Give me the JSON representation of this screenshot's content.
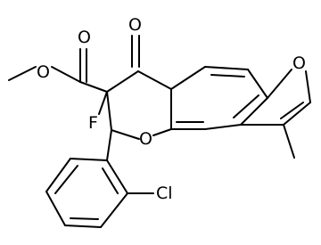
{
  "structure": {
    "atom_labels": {
      "ester_carbonyl_O": "O",
      "ester_O": "O",
      "ketone_O": "O",
      "fluorine": "F",
      "ring_O": "O",
      "furan_O": "O",
      "chlorine": "Cl"
    }
  }
}
